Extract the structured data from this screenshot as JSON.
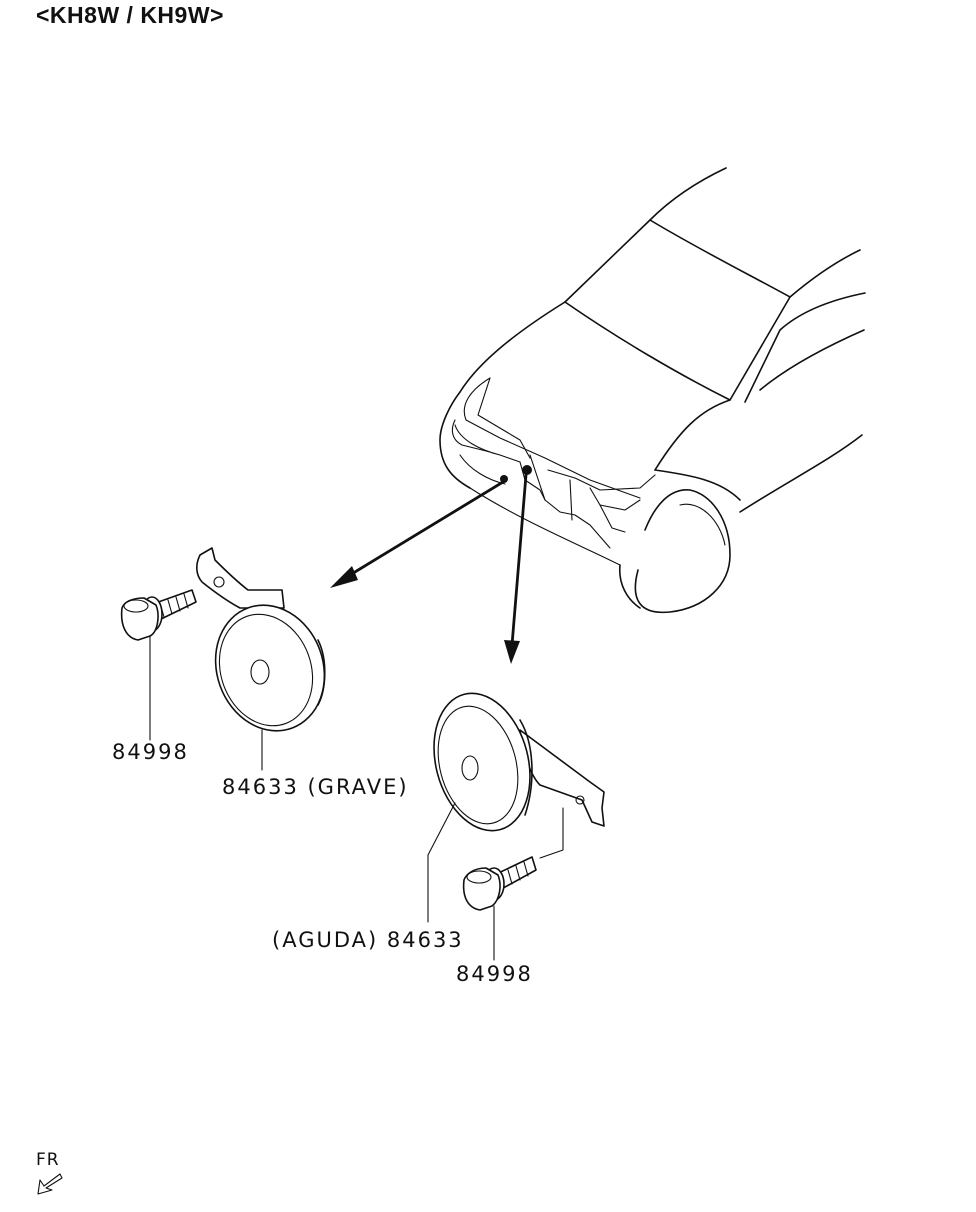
{
  "header": {
    "title": "<KH8W / KH9W>"
  },
  "parts": {
    "bolt_left": "84998",
    "horn_low": "84633 (GRAVE)",
    "horn_high": "(AGUDA) 84633",
    "bolt_right": "84998"
  },
  "orientation": {
    "label": "FR",
    "icon": "front-direction-arrow-icon"
  }
}
